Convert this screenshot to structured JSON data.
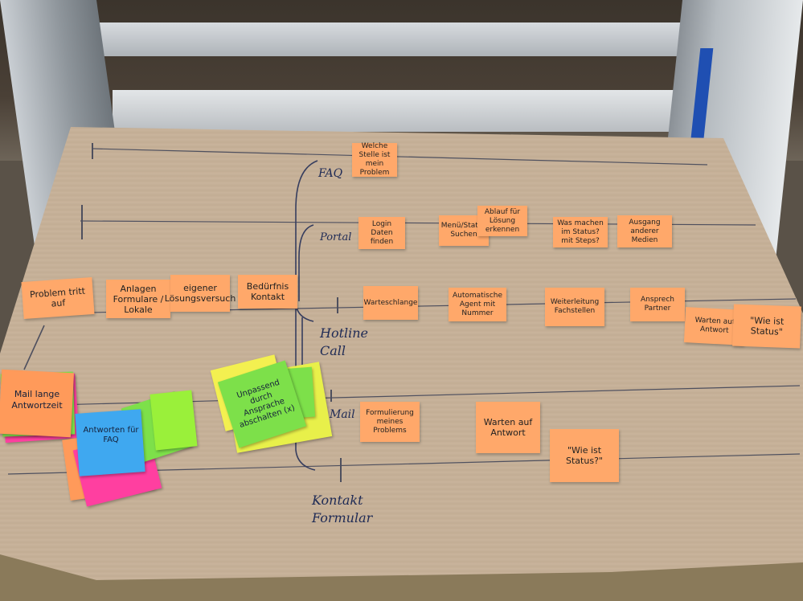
{
  "lanes": {
    "faq": "FAQ",
    "portal": "Portal",
    "hotline": "Hotline\nCall",
    "mail": "Mail",
    "kontakt": "Kontakt\nFormular"
  },
  "notes": {
    "faq_1": "Welche Stelle ist mein Problem",
    "portal_1": "Login Daten finden",
    "portal_2": "Menü/Status Suchen",
    "portal_3": "Ablauf für Lösung erkennen",
    "portal_4": "Was machen im Status? mit Steps?",
    "portal_5": "Ausgang anderer Medien",
    "row_1": "Problem tritt auf",
    "row_2": "Anlagen Formulare / Lokale",
    "row_3": "eigener Lösungsversuch",
    "row_4": "Bedürfnis Kontakt",
    "hotline_1": "Warteschlange",
    "hotline_2": "Automatische Agent mit Nummer",
    "hotline_3": "Weiterleitung Fachstellen",
    "hotline_4": "Ansprech Partner",
    "hotline_5": "Warten auf Antwort",
    "hotline_6": "\"Wie ist Status\"",
    "mail_1": "Formulierung meines Problems",
    "mail_2": "Warten auf Antwort",
    "mail_3": "\"Wie ist Status?\"",
    "stack_orange": "Mail lange Antwortzeit",
    "stack_blue": "Antworten für FAQ",
    "stack_green": "Unpassend durch Ansprache abschalten (x)"
  },
  "colors": {
    "note_orange": "#ffa86a",
    "note_green": "#7de04a",
    "note_yellow": "#e8f04a",
    "note_blue": "#3fa8f0",
    "note_pink": "#ff3fa0",
    "ink": "#1e2a55"
  }
}
